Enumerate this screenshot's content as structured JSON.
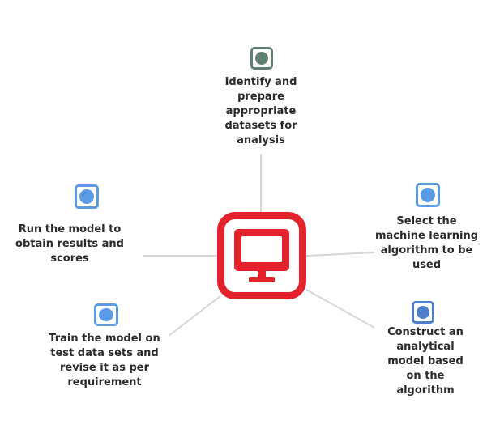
{
  "colors": {
    "hub": "#e3232c",
    "connector": "#d6d6d6",
    "node_default": "#5b9be6",
    "node_primary": "#5f8070",
    "node_dark": "#4f7fc9",
    "text": "#2b2b2b"
  },
  "hub": {
    "icon": "monitor-icon"
  },
  "steps": [
    {
      "id": "identify",
      "icon": "circle-node-icon",
      "color_key": "node_primary",
      "label": "Identify and prepare appropriate datasets for analysis"
    },
    {
      "id": "select",
      "icon": "circle-node-icon",
      "color_key": "node_default",
      "label": "Select the machine learning algorithm to be used"
    },
    {
      "id": "construct",
      "icon": "circle-node-icon",
      "color_key": "node_dark",
      "label": "Construct an analytical model based on the algorithm"
    },
    {
      "id": "train",
      "icon": "circle-node-icon",
      "color_key": "node_default",
      "label": "Train the model on test data sets and revise it as per requirement"
    },
    {
      "id": "run",
      "icon": "circle-node-icon",
      "color_key": "node_default",
      "label": "Run the model to obtain results and scores"
    }
  ]
}
